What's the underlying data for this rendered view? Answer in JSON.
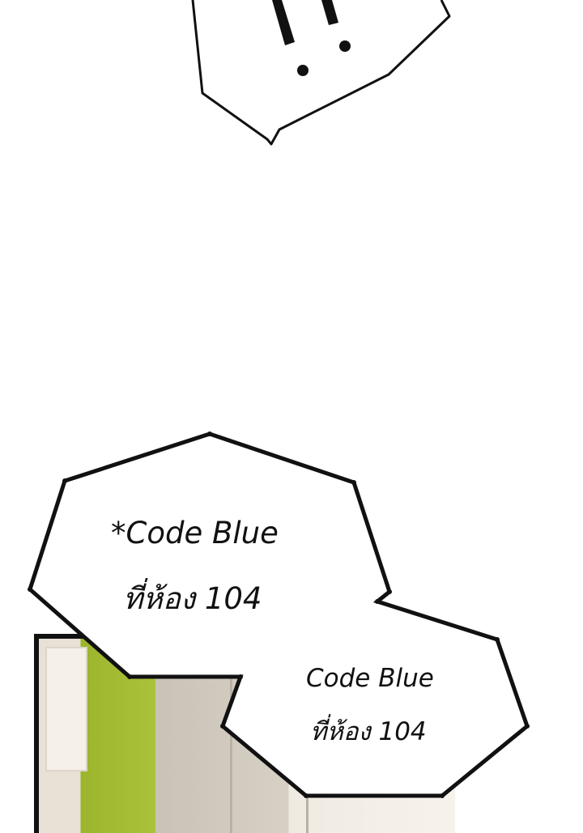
{
  "bubbles": [
    {
      "lines": [
        "*Code Blue",
        "ที่ห้อง 104"
      ]
    },
    {
      "lines": [
        "Code Blue",
        "ที่ห้อง 104"
      ]
    }
  ],
  "top_bubble": {
    "exclamation": "!!"
  },
  "colors": {
    "ink": "#111111",
    "background": "#ffffff",
    "wall_green": "#a9c23a"
  }
}
